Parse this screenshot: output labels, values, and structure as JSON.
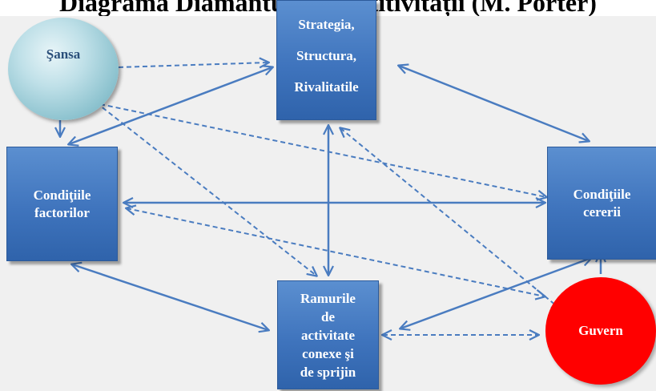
{
  "title": "Diagrama Diamantul competitivității (M. Porter)",
  "nodes": {
    "strategy": {
      "lines": [
        "Strategia,",
        "Structura,",
        "Rivalitatile"
      ]
    },
    "factor_conditions": {
      "lines": [
        "Condiţiile",
        "factorilor"
      ]
    },
    "demand_conditions": {
      "lines": [
        "Condiţiile",
        "cererii"
      ]
    },
    "related_industries": {
      "lines": [
        "Ramurile",
        "de",
        "activitate",
        "conexe şi",
        "de sprijin"
      ]
    },
    "chance": {
      "label": "Şansa"
    },
    "government": {
      "label": "Guvern"
    }
  },
  "colors": {
    "box": "#3f74bd",
    "arrow": "#4a7cc0",
    "government": "#ff0000",
    "chance": "#8fc4d0"
  }
}
